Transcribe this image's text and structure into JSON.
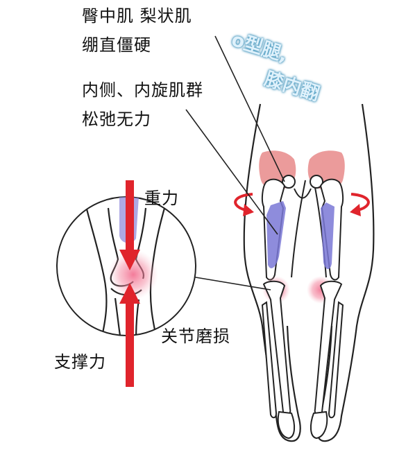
{
  "labels": {
    "gluteus_line1": "臀中肌 梨状肌",
    "gluteus_line2": "绷直僵硬",
    "adductor_line1": "内侧、内旋肌群",
    "adductor_line2": "松弛无力",
    "gravity": "重力",
    "support": "支撑力",
    "joint_wear": "关节磨损"
  },
  "title": {
    "line1": "o型腿,",
    "line2": "膝内翻"
  },
  "colors": {
    "gluteus_highlight": "#e8898a",
    "adductor_highlight": "#7a78d6",
    "knee_glow": "#f06a8a",
    "force_arrow": "#e0242c",
    "rotation_arrow": "#e0242c",
    "title_outline": "#5ba6c9"
  }
}
